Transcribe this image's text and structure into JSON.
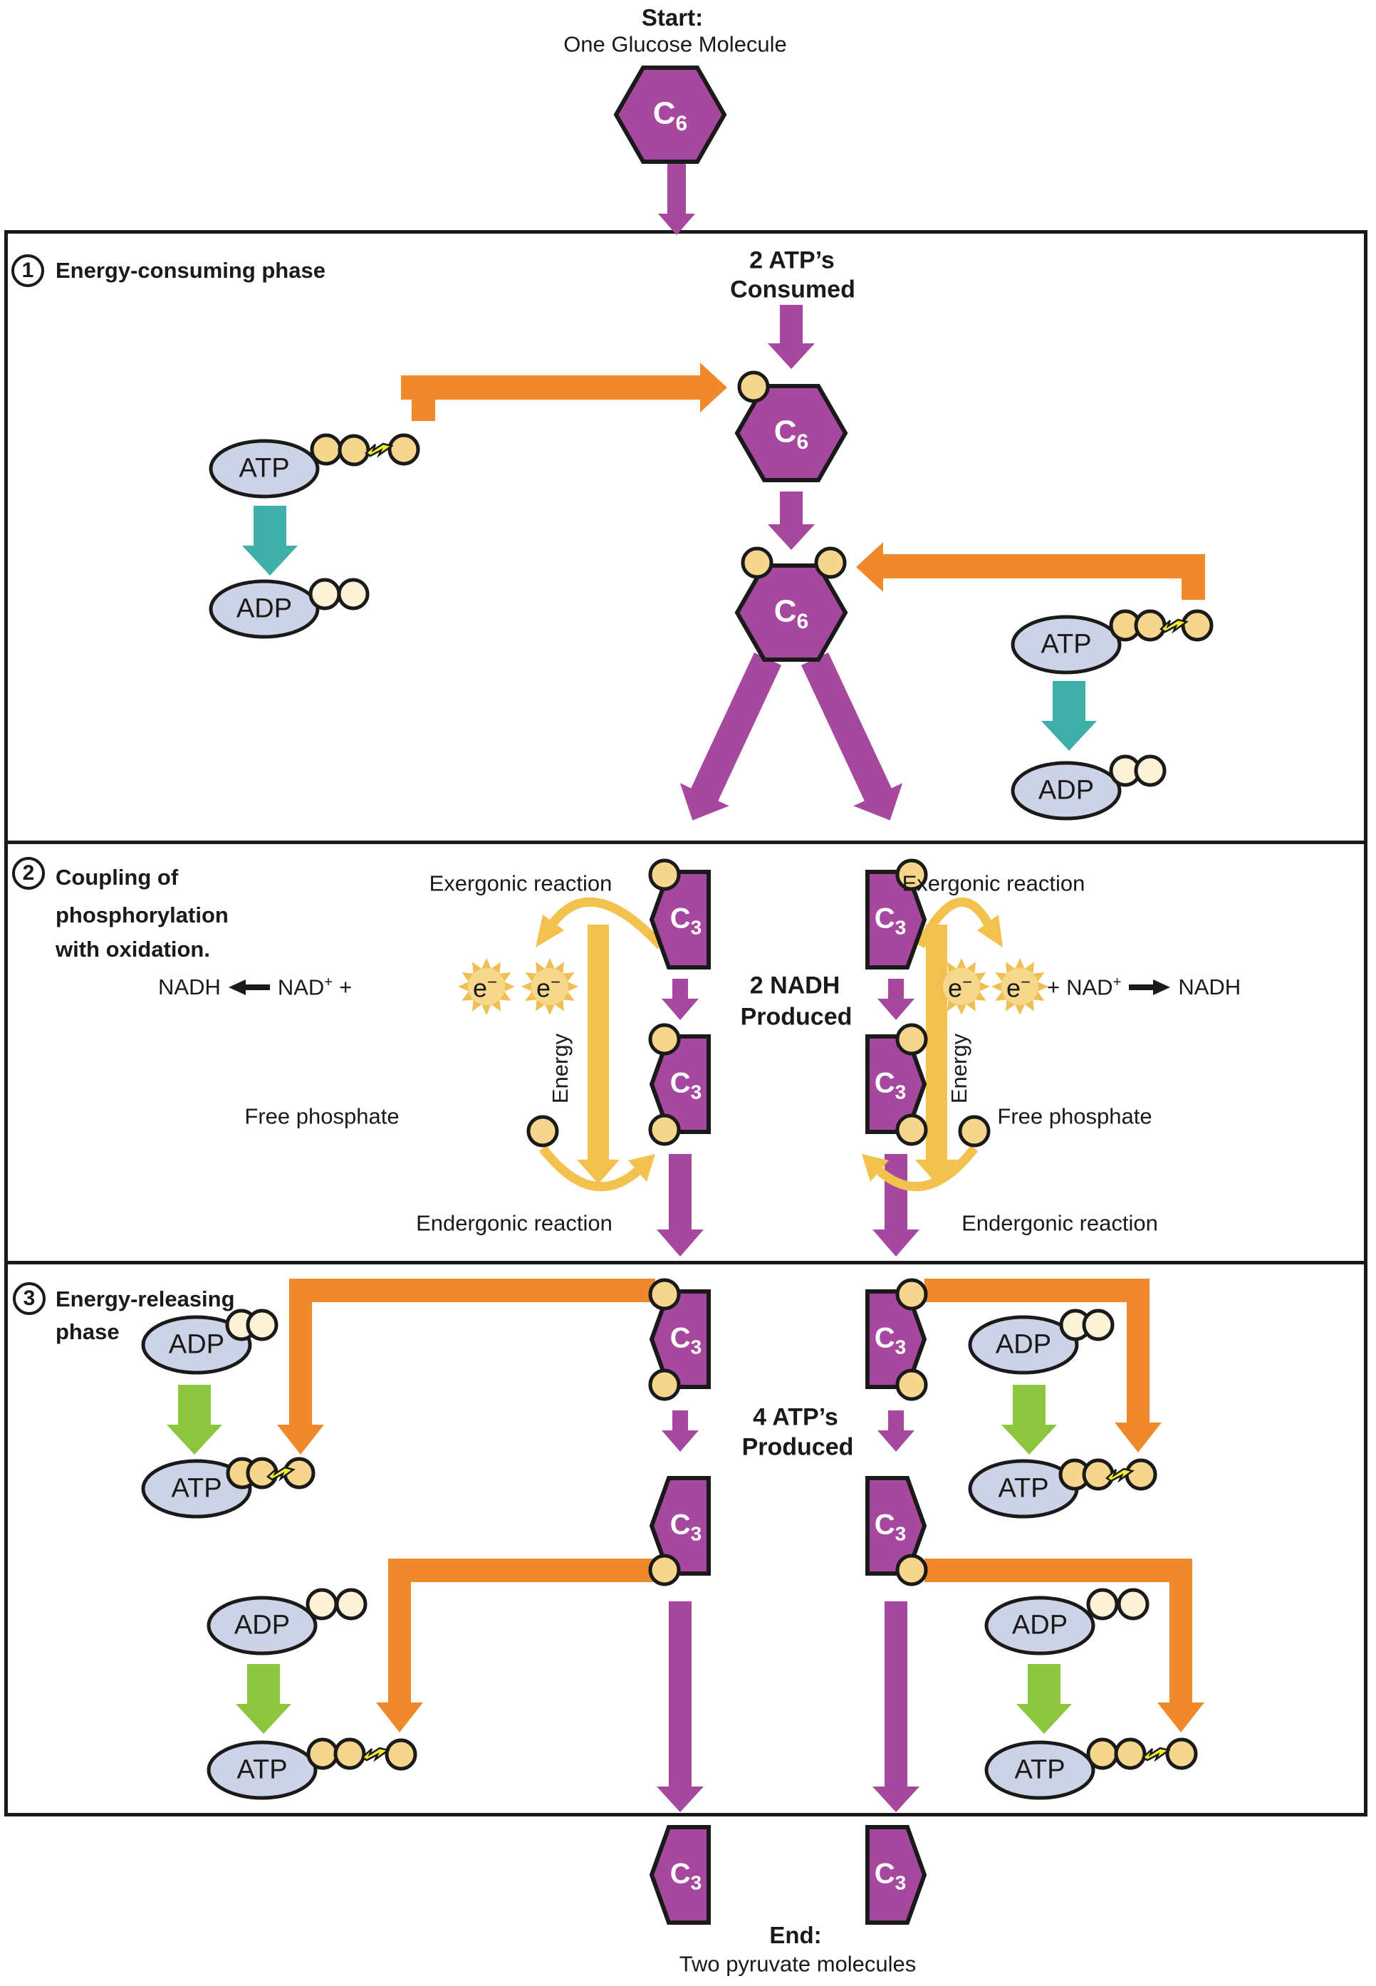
{
  "colors": {
    "purple": "#A6489D",
    "orange": "#F0892B",
    "teal": "#3FAFAA",
    "green": "#8CC63E",
    "yellow": "#F2C14E",
    "star_outer": "#F0BF53",
    "star_core": "#F6D88C",
    "phosphate": "#F6D58C",
    "phosphate_light": "#FBF2D8",
    "molecule": "#CDD3E6",
    "bolt": "#F4EC2E",
    "outline": "#1a1a1a"
  },
  "start": {
    "line1": "Start:",
    "line2": "One Glucose Molecule"
  },
  "end": {
    "line1": "End:",
    "line2": "Two pyruvate molecules"
  },
  "sections": {
    "one": {
      "number": "1",
      "title": "Energy-consuming phase"
    },
    "two": {
      "number": "2",
      "title_line1": "Coupling of",
      "title_line2": "phosphorylation",
      "title_line3": "with oxidation."
    },
    "three": {
      "number": "3",
      "title_line1": "Energy-releasing",
      "title_line2": "phase"
    }
  },
  "labels": {
    "atp_consumed_line1": "2 ATP’s",
    "atp_consumed_line2": "Consumed",
    "nadh_produced_line1": "2 NADH",
    "nadh_produced_line2": "Produced",
    "atp_produced_line1": "4 ATP’s",
    "atp_produced_line2": "Produced",
    "exergonic": "Exergonic reaction",
    "endergonic": "Endergonic reaction",
    "free_phosphate": "Free phosphate",
    "energy": "Energy",
    "nadh": "NADH",
    "nad": "NAD",
    "nad_sup": "+",
    "plus": "+",
    "electron_base": "e",
    "electron_sup": "−",
    "atp": "ATP",
    "adp": "ADP",
    "carbon": "C",
    "sub6": "6",
    "sub3": "3"
  }
}
